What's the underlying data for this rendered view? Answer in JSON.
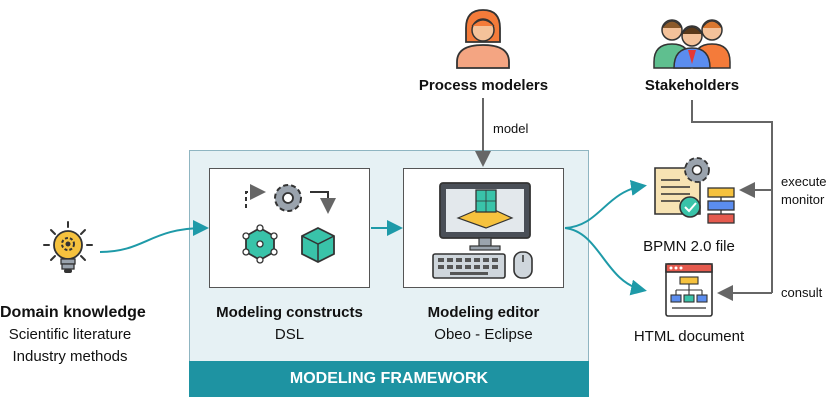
{
  "domain_knowledge": {
    "title": "Domain knowledge",
    "lines": [
      "Scientific literature",
      "Industry methods"
    ]
  },
  "framework": {
    "label": "MODELING FRAMEWORK",
    "constructs": {
      "title": "Modeling constructs",
      "subtitle": "DSL"
    },
    "editor": {
      "title": "Modeling editor",
      "subtitle": "Obeo - Eclipse"
    }
  },
  "actors": {
    "modelers": "Process modelers",
    "stakeholders": "Stakeholders"
  },
  "edges": {
    "model": "model",
    "execute": "execute",
    "monitor": "monitor",
    "consult": "consult"
  },
  "outputs": {
    "bpmn": "BPMN 2.0 file",
    "html": "HTML document"
  },
  "colors": {
    "teal": "#1e93a2",
    "arrow": "#1e9aa8",
    "gray": "#666666"
  }
}
